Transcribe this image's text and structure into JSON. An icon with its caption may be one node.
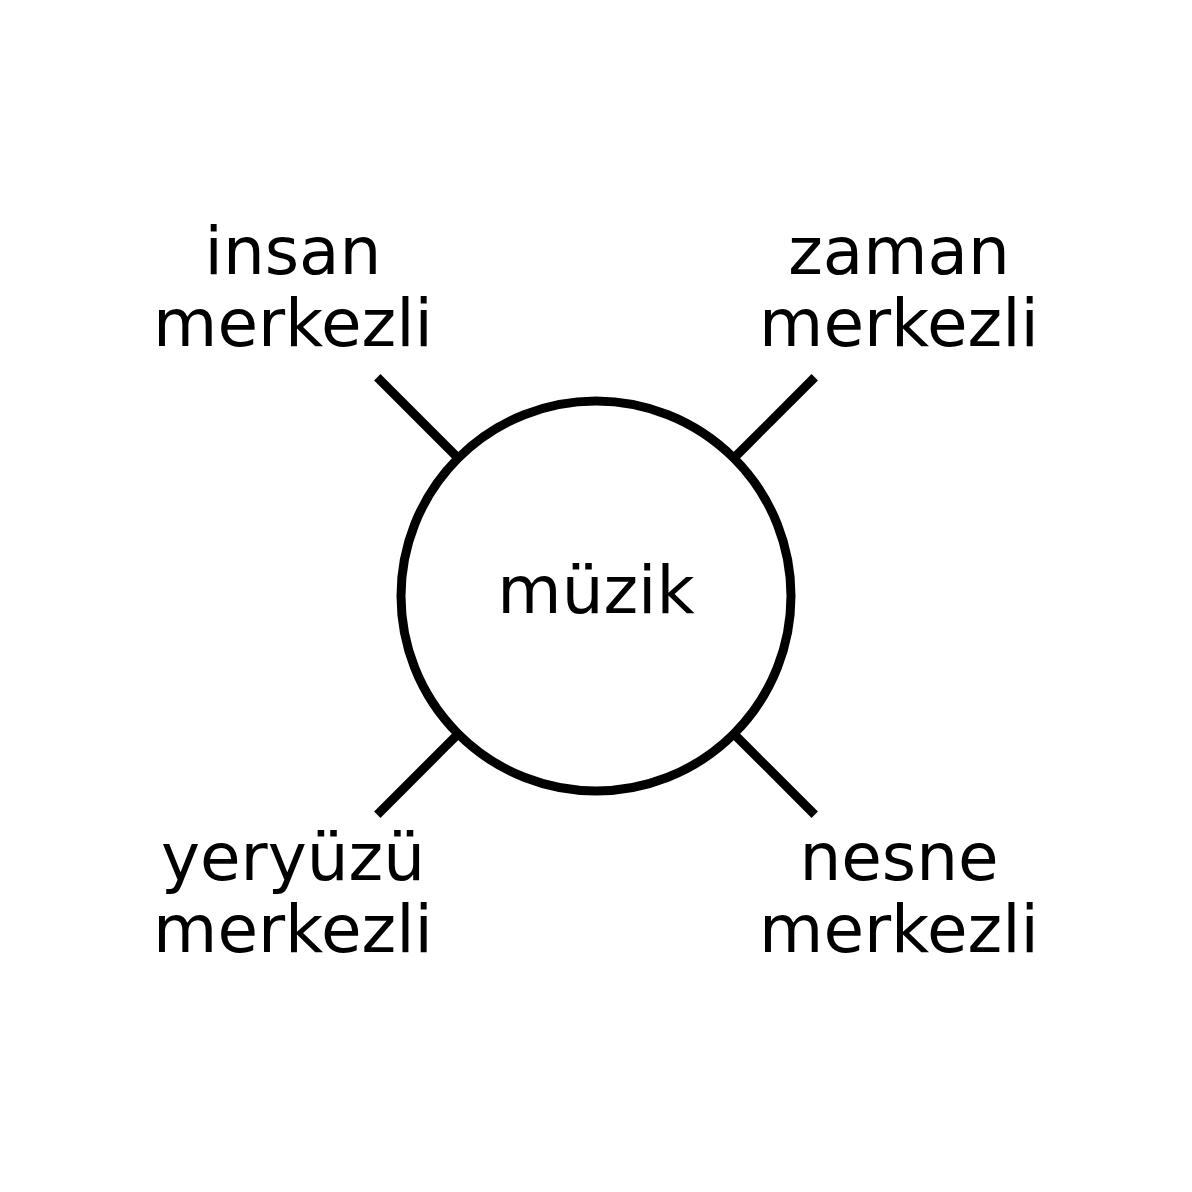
{
  "diagram": {
    "nodes": [
      {
        "text": [
          "müzik"
        ]
      },
      {
        "text": [
          "zaman merkezli"
        ]
      },
      {
        "text": [
          "insan merkezli"
        ]
      },
      {
        "text": [
          "yeryüzü merkezli"
        ]
      },
      {
        "text": [
          "nesne merkezli"
        ]
      }
    ],
    "edges": [
      {
        "from": 0,
        "to": 1,
        "arrow": "none"
      },
      {
        "from": 0,
        "to": 2,
        "arrow": "none"
      },
      {
        "from": 0,
        "to": 3,
        "arrow": "none"
      },
      {
        "from": 0,
        "to": 4,
        "arrow": "none"
      }
    ]
  }
}
